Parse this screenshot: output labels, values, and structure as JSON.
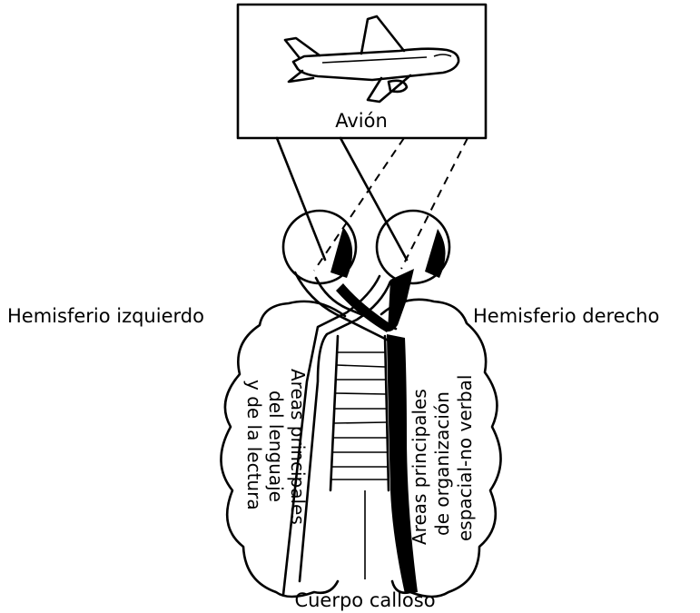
{
  "labels": {
    "image_caption": "Avión",
    "left_hemisphere": "Hemisferio izquierdo",
    "right_hemisphere": "Hemisferio derecho",
    "corpus_callosum": "Cuerpo calloso",
    "left_areas": [
      "Areas principales",
      "del lenguaje",
      "y de la lectura"
    ],
    "right_areas": [
      "Areas principales",
      "de organización",
      "espacial-no verbal"
    ]
  },
  "icons": {
    "picture": "airplane-icon",
    "left_eye": "eye-icon",
    "right_eye": "eye-icon"
  },
  "colors": {
    "ink": "#000000",
    "paper": "#ffffff"
  }
}
